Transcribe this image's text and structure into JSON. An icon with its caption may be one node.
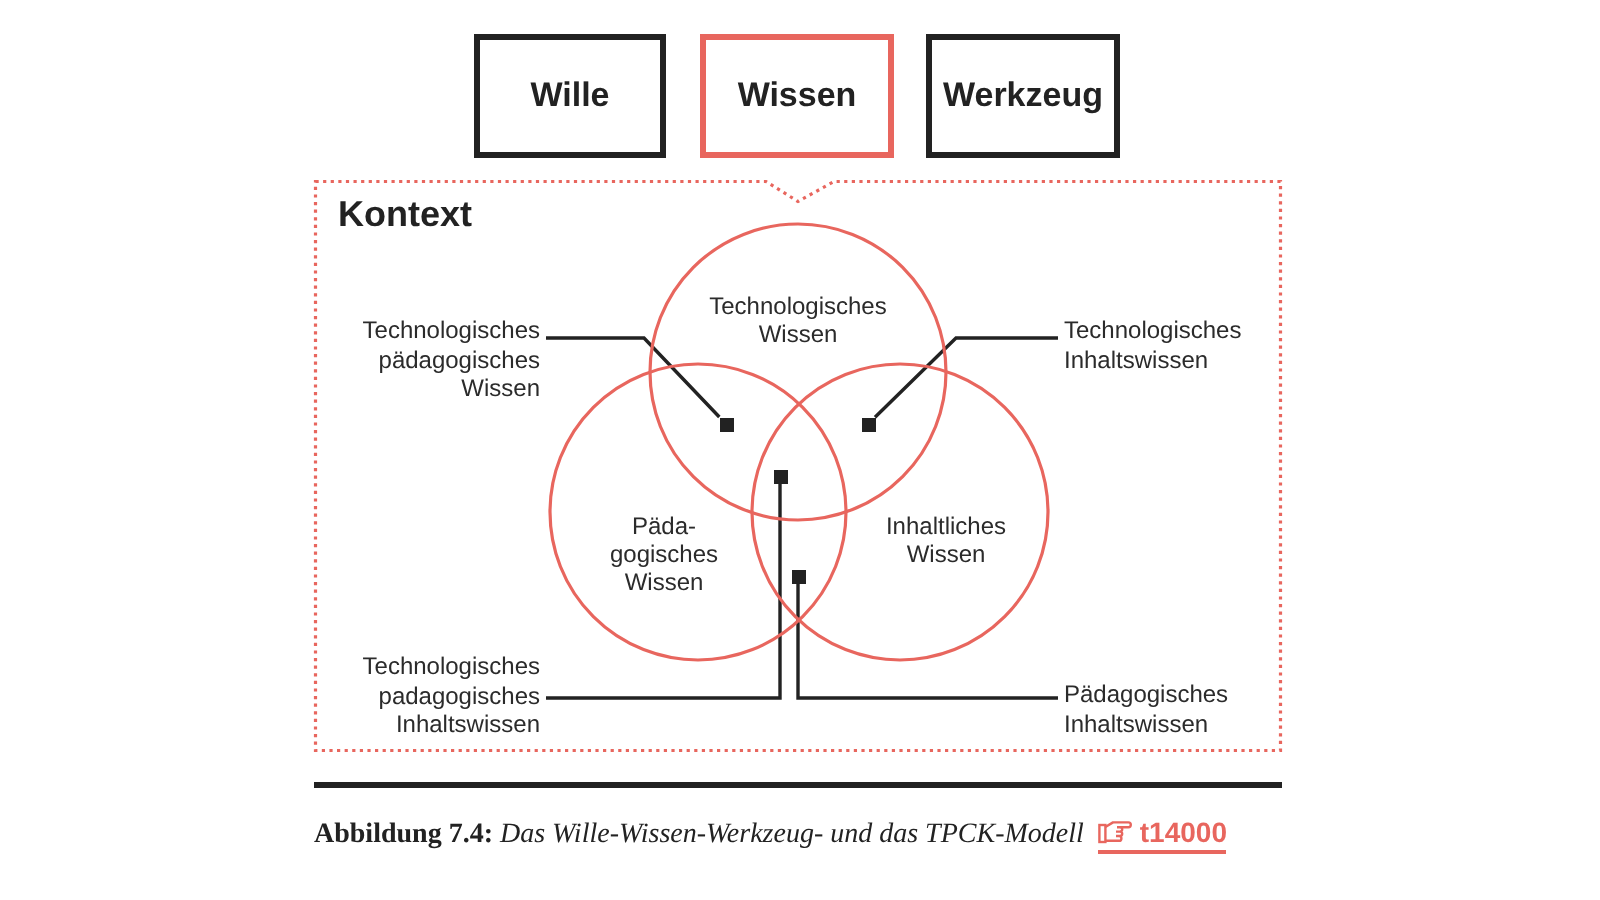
{
  "diagram": {
    "caption": "**Abbildung 7.4:** *Das Wille-Wissen-Werkzeug- und das TPCK-Modell*",
    "nodes": [
      {
        "text": [
          "Wille"
        ]
      },
      {
        "text": [
          "Wissen"
        ]
      },
      {
        "text": [
          "Werkzeug"
        ]
      },
      {
        "text": [
          "Kontext"
        ]
      },
      {
        "text": [
          "Technologisches Wissen"
        ],
        "in": 3
      },
      {
        "text": [
          "Technologisches pädagogisches Wissen"
        ],
        "in": 3
      },
      {
        "text": [
          "Technologisches Inhaltswissen"
        ],
        "in": 3
      },
      {
        "text": [
          "Päda- gogisches Wissen"
        ],
        "in": 3
      },
      {
        "text": [
          "Inhaltliches Wissen"
        ],
        "in": 3
      },
      {
        "text": [
          "Technologisches padagogisches Inhaltswissen"
        ],
        "in": 3
      },
      {
        "text": [
          "Pädagogisches Inhaltswissen"
        ],
        "in": 3
      },
      {
        "text": [],
        "shape": "box"
      },
      {
        "text": [],
        "shape": "box"
      },
      {
        "text": [],
        "shape": "box"
      },
      {
        "text": [],
        "shape": "box"
      }
    ],
    "edges": [
      {
        "from": 5,
        "to": 11,
        "arrow": "none"
      },
      {
        "from": 6,
        "to": 12,
        "arrow": "none"
      },
      {
        "from": 9,
        "to": 13,
        "arrow": "none"
      },
      {
        "from": 10,
        "to": 14,
        "arrow": "none"
      }
    ],
    "labels": [
      "t14000"
    ]
  }
}
